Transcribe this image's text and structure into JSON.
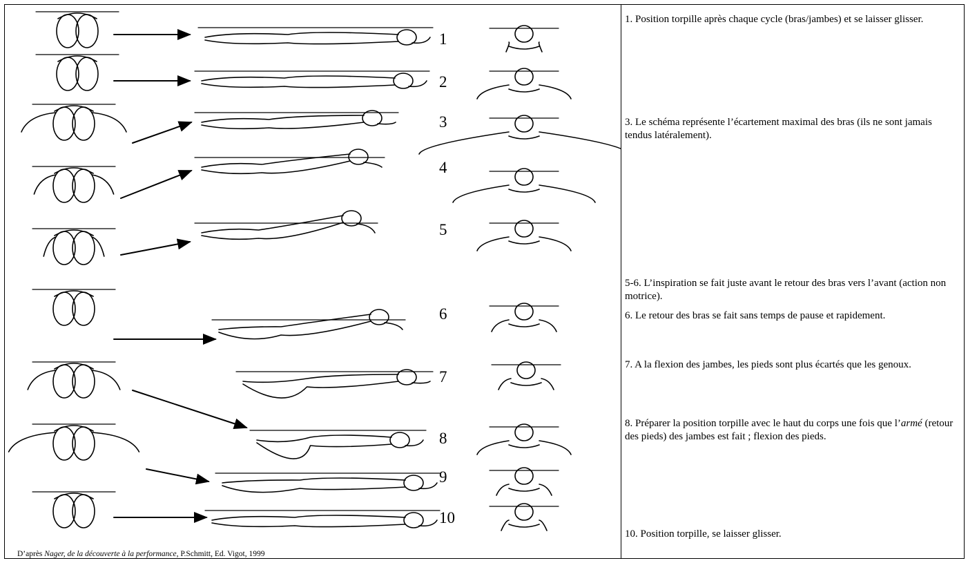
{
  "stages": [
    "1",
    "2",
    "3",
    "4",
    "5",
    "6",
    "7",
    "8",
    "9",
    "10"
  ],
  "caption": {
    "prefix": "D’après ",
    "book_title": "Nager, de la découverte à la performance,",
    "suffix": " P.Schmitt, Ed. Vigot, 1999"
  },
  "notes": [
    {
      "text": "1. Position torpille après chaque cycle (bras/jambes) et se laisser glisser."
    },
    {
      "text": "3. Le schéma représente l’écartement maximal des bras (ils ne sont jamais tendus latéralement)."
    },
    {
      "text": "5-6. L’inspiration se fait juste avant le retour des bras vers l’avant (action non motrice)."
    },
    {
      "text": "6. Le retour des bras se fait sans temps de pause et rapidement."
    },
    {
      "text": "7. A la flexion des jambes, les pieds sont plus écartés que les genoux."
    },
    {
      "before": "8. Préparer la position torpille avec le haut du corps une fois que l’",
      "emph": "armé",
      "after": " (retour des pieds) des jambes est fait ; flexion des pieds."
    },
    {
      "text": "10. Position torpille, se laisser glisser."
    }
  ]
}
